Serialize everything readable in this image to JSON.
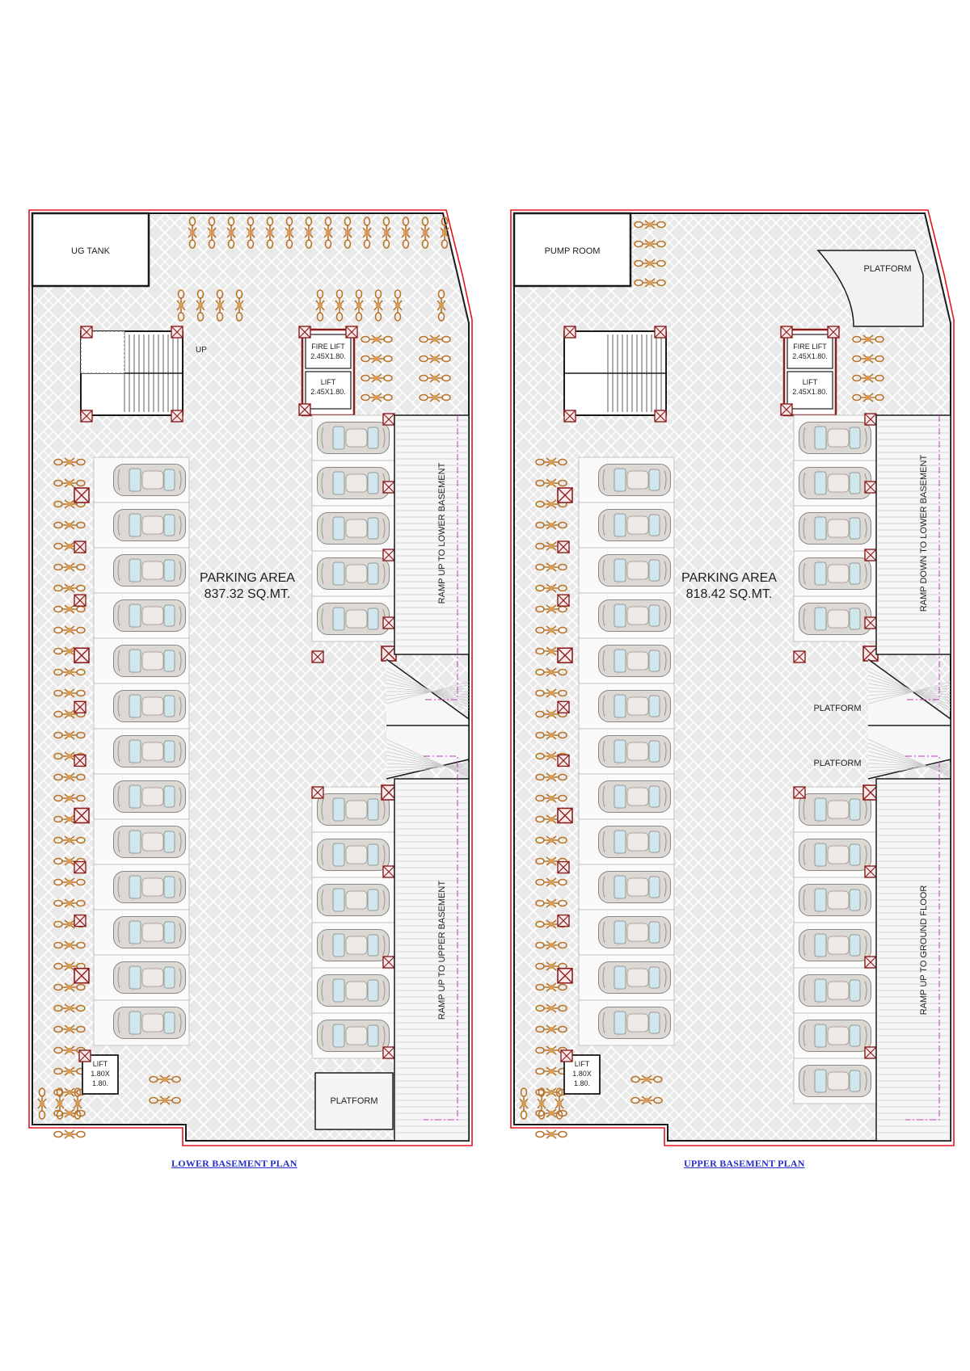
{
  "plans": [
    {
      "title": "LOWER BASEMENT PLAN",
      "parking_label": "PARKING AREA",
      "parking_area": "837.32 SQ.MT.",
      "room_label": "UG TANK",
      "stair_label": "UP",
      "fire_lift_label": "FIRE LIFT",
      "fire_lift_size": "2.45X1.80.",
      "lift_label": "LIFT",
      "lift_size": "2.45X1.80.",
      "small_lift_label": "LIFT",
      "small_lift_size_1": "1.80X",
      "small_lift_size_2": "1.80.",
      "platform_labels": [
        "PLATFORM"
      ],
      "ramp_top_label": "RAMP UP TO LOWER BASEMENT",
      "ramp_bottom_label": "RAMP UP TO UPPER BASEMENT"
    },
    {
      "title": "UPPER BASEMENT PLAN",
      "parking_label": "PARKING AREA",
      "parking_area": "818.42 SQ.MT.",
      "room_label": "PUMP ROOM",
      "fire_lift_label": "FIRE LIFT",
      "fire_lift_size": "2.45X1.80.",
      "lift_label": "LIFT",
      "lift_size": "2.45X1.80.",
      "small_lift_label": "LIFT",
      "small_lift_size_1": "1.80X",
      "small_lift_size_2": "1.80.",
      "platform_labels": [
        "PLATFORM",
        "PLATFORM",
        "PLATFORM"
      ],
      "ramp_top_label": "RAMP DOWN TO LOWER BASEMENT",
      "ramp_bottom_label": "RAMP UP TO GROUND FLOOR"
    }
  ],
  "colors": {
    "boundary": "#e0161e",
    "wall": "#1a1a1a",
    "floor": "#e9e9e9",
    "pattern": "#ffffff",
    "car_body": "#d9d6d3",
    "car_glass": "#cfe6ec",
    "bike": "#b8742a",
    "column": "#8b1d1d",
    "ramp_line": "#c038c0",
    "title": "#2430c8"
  },
  "icons": {
    "car": "car-icon",
    "bike": "motorbike-icon",
    "column": "column-icon"
  }
}
